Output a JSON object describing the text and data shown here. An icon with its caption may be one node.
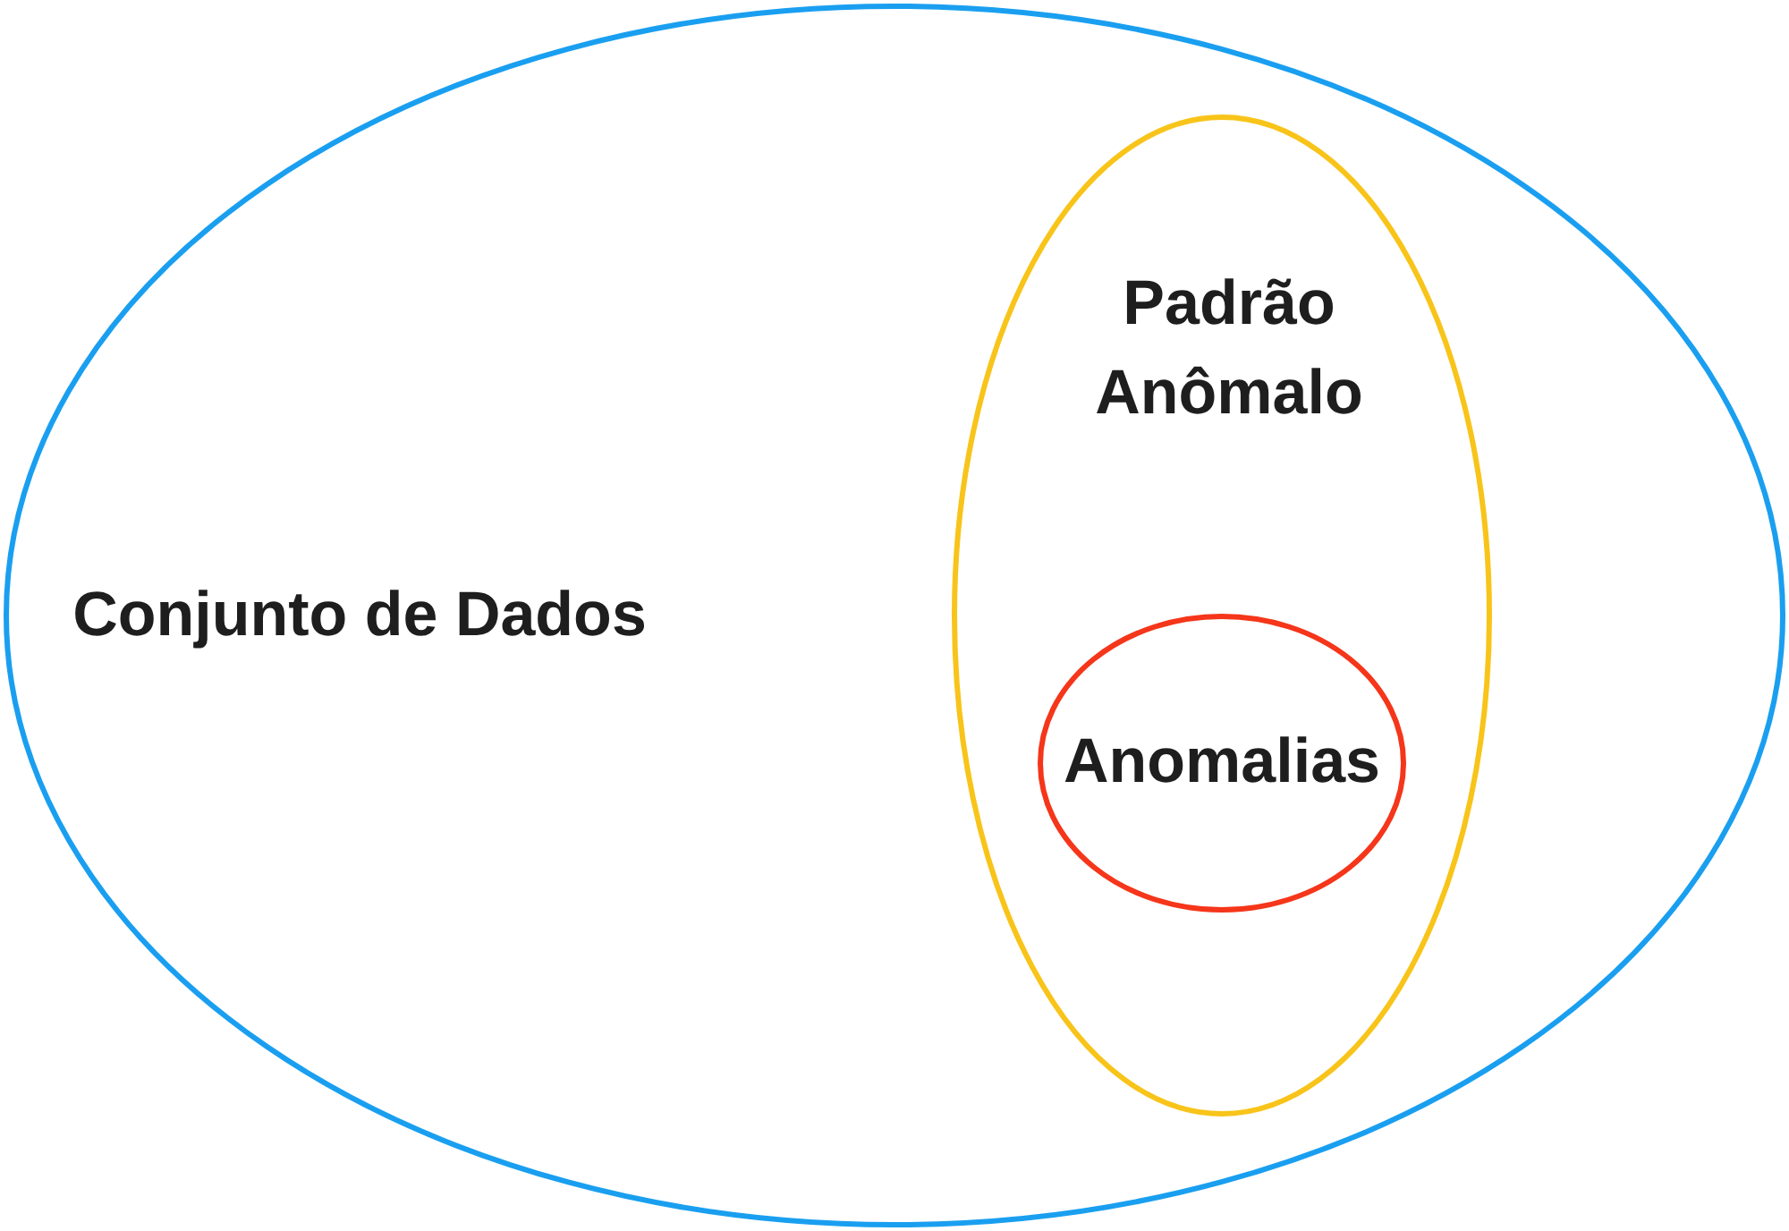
{
  "diagram": {
    "nodes": [
      {
        "text": [
          "Conjunto de Dados"
        ]
      },
      {
        "text": [
          "Padrão Anômalo"
        ],
        "in": 0
      },
      {
        "text": [
          "Anomalias"
        ],
        "in": 1
      }
    ]
  }
}
